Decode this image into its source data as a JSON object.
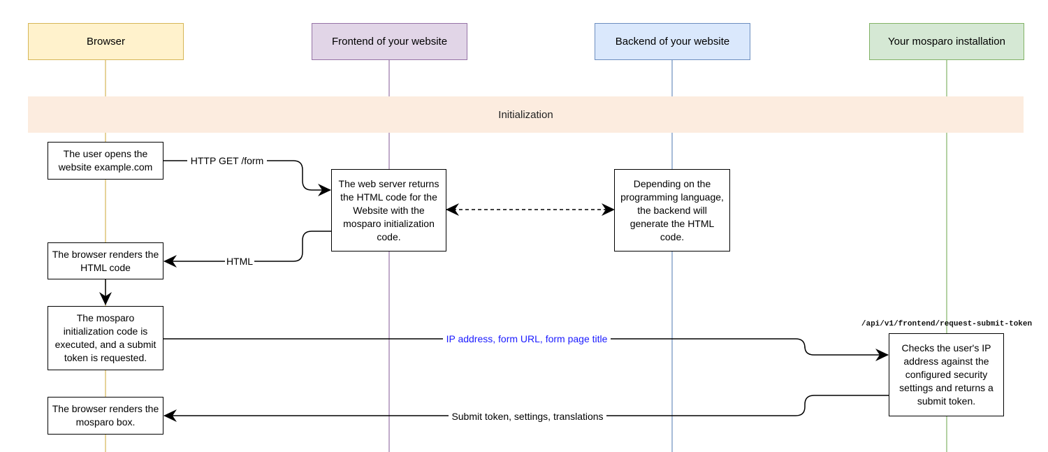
{
  "lanes": [
    {
      "id": "browser",
      "title": "Browser",
      "fill": "#fff2cc",
      "stroke": "#d6b656"
    },
    {
      "id": "frontend",
      "title": "Frontend of your website",
      "fill": "#e1d5e7",
      "stroke": "#9673a6"
    },
    {
      "id": "backend",
      "title": "Backend of your website",
      "fill": "#dae8fc",
      "stroke": "#6c8ebf"
    },
    {
      "id": "mosparo",
      "title": "Your mosparo installation",
      "fill": "#d5e8d4",
      "stroke": "#82b366"
    }
  ],
  "section": {
    "label": "Initialization",
    "fill": "#fcecdf"
  },
  "steps": {
    "user_opens": "The user opens the website example.com",
    "server_returns": "The web server returns the HTML code for the Website with the mosparo initialization code.",
    "backend_generates": "Depending on the programming language, the backend will generate the HTML code.",
    "browser_renders_html": "The browser renders the HTML code",
    "init_executed": "The mosparo initialization code is executed, and a submit token is requested.",
    "checks_ip": "Checks the user's IP address against the configured security settings and returns a submit token.",
    "browser_renders_box": "The browser renders the mosparo box."
  },
  "messages": {
    "http_get": "HTTP GET /form",
    "html": "HTML",
    "ip_form": "IP address, form URL, form page title",
    "submit_token": "Submit token, settings, translations"
  },
  "endpoint": "/api/v1/frontend/request-submit-token",
  "colors": {
    "ip_form_label": "#1a1aff"
  }
}
